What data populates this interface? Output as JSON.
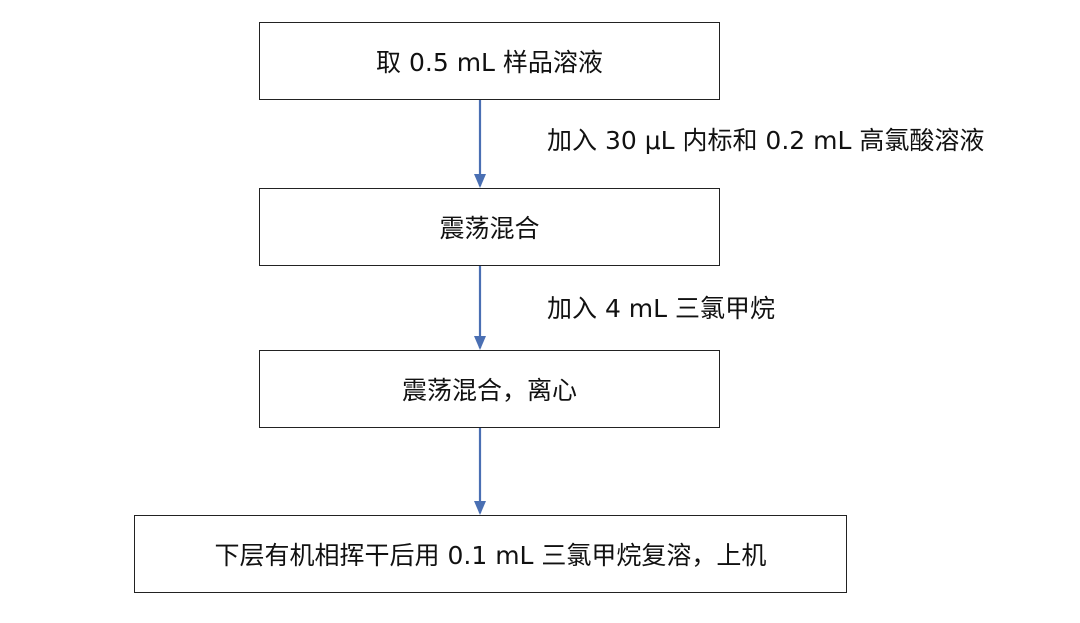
{
  "flowchart": {
    "steps": [
      {
        "text": "取 0.5 mL 样品溶液"
      },
      {
        "text": "震荡混合"
      },
      {
        "text": "震荡混合，离心"
      },
      {
        "text": "下层有机相挥干后用 0.1 mL 三氯甲烷复溶，上机"
      }
    ],
    "arrow_labels": [
      {
        "text": "加入 30 μL 内标和 0.2 mL 高氯酸溶液"
      },
      {
        "text": "加入 4 mL 三氯甲烷"
      }
    ]
  },
  "colors": {
    "arrow": "#4a6fb3",
    "box_border": "#222222",
    "text": "#111111"
  }
}
